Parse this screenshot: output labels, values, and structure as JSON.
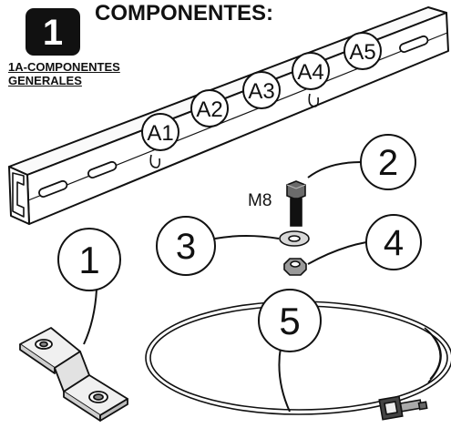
{
  "header": {
    "step_number": "1",
    "title": "COMPONENTES:"
  },
  "subtitle": {
    "line1": "1A-COMPONENTES",
    "line2": "GENERALES"
  },
  "callouts": {
    "a1": "A1",
    "a2": "A2",
    "a3": "A3",
    "a4": "A4",
    "a5": "A5",
    "c1": "1",
    "c2": "2",
    "c3": "3",
    "c4": "4",
    "c5": "5"
  },
  "bolt_label": "M8"
}
